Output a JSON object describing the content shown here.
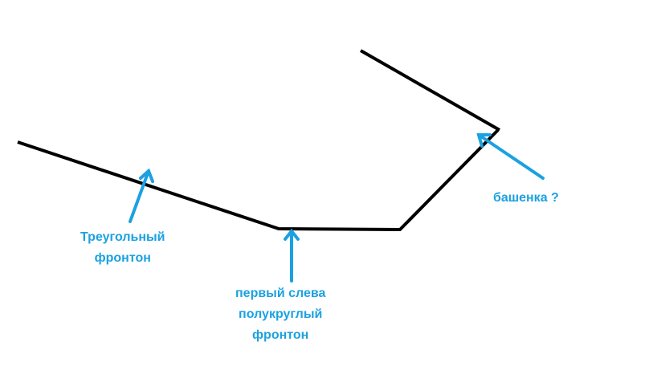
{
  "colors": {
    "line": "#000000",
    "annotation": "#1ba1e2"
  },
  "labels": {
    "triangular": [
      "Треугольный",
      "фронтон"
    ],
    "semicircular": [
      "первый слева",
      "полукруглый",
      "фронтон"
    ],
    "turret": "башенка ?"
  }
}
